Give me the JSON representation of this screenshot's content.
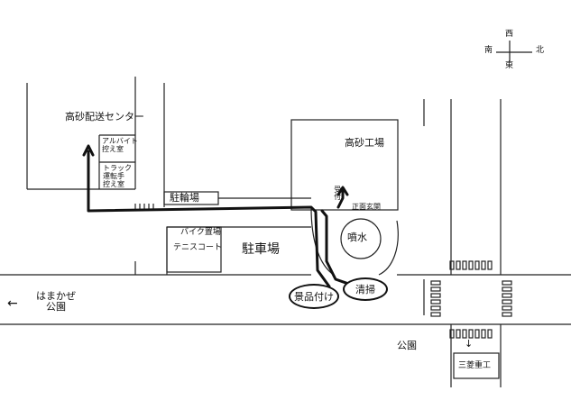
{
  "compass": {
    "west": "西",
    "south": "南",
    "north": "北",
    "east": "東"
  },
  "places": {
    "delivery_center": "高砂配送センター",
    "part_time_waiting": "アルバイト\n控え室",
    "truck_driver_waiting": "トラック\n運転手\n控え室",
    "bicycle_parking": "駐輪場",
    "takasago_factory": "高砂工場",
    "reception": "受付",
    "main_gate": "正面玄関",
    "bike_parking": "バイク置場",
    "tennis_court": "テニスコート",
    "car_parking": "駐車場",
    "fountain": "噴水",
    "park_left": "はまかぜ\n公園",
    "park_left_arrow": "←",
    "park_bottom": "公園",
    "sanryo": "三菱重工",
    "sanryo_arrow": "↓"
  },
  "tasks": {
    "prize_assembly": "景品付け",
    "cleaning": "清掃"
  },
  "colors": {
    "ink": "#111111",
    "paper": "#ffffff"
  }
}
